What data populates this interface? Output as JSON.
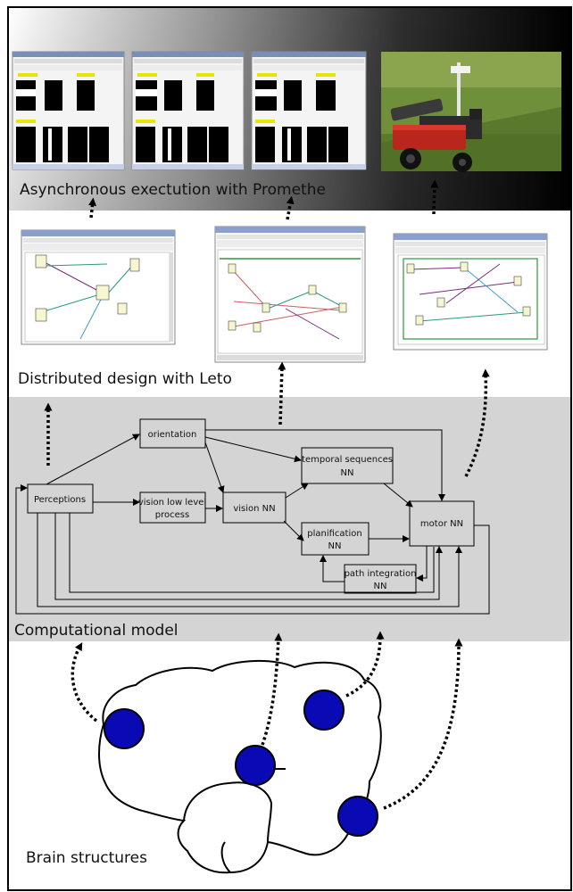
{
  "sections": {
    "promethe": "Asynchronous exectution with Promethe",
    "leto": "Distributed design with Leto",
    "model": "Computational model",
    "brain": "Brain structures"
  },
  "nodes": {
    "perceptions": "Perceptions",
    "orientation": "orientation",
    "vision_low_l1": "vision low level",
    "vision_low_l2": "process",
    "vision_nn": "vision NN",
    "temporal_l1": "temporal  sequences",
    "temporal_l2": "NN",
    "planification_l1": "planification",
    "planification_l2": "NN",
    "path_l1": "path integration",
    "path_l2": "NN",
    "motor_nn": "motor NN"
  },
  "colors": {
    "brain_structure": "#0a0ab4",
    "model_band": "#d4d4d4",
    "highlight": "#e6e600"
  }
}
